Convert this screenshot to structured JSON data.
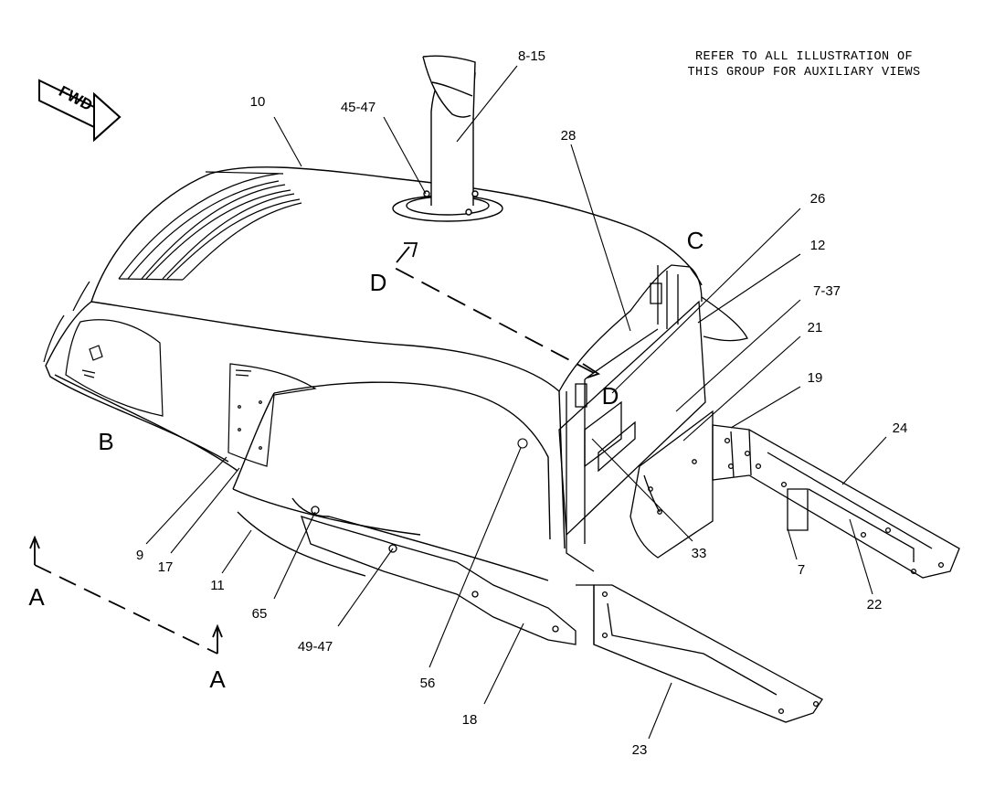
{
  "note": {
    "line1": "REFER TO ALL ILLUSTRATION OF",
    "line2": "THIS GROUP FOR AUXILIARY VIEWS"
  },
  "fwd_label": "FWD",
  "view_labels": {
    "a_left": "A",
    "a_right": "A",
    "b": "B",
    "c": "C",
    "d_upper": "D",
    "d_lower": "D"
  },
  "callouts": {
    "c_8_15": "8-15",
    "c_10": "10",
    "c_45_47": "45-47",
    "c_28": "28",
    "c_26": "26",
    "c_12": "12",
    "c_7_37": "7-37",
    "c_21": "21",
    "c_19": "19",
    "c_24": "24",
    "c_33": "33",
    "c_7": "7",
    "c_22": "22",
    "c_9": "9",
    "c_17": "17",
    "c_11": "11",
    "c_65": "65",
    "c_49_47": "49-47",
    "c_56": "56",
    "c_18": "18",
    "c_23": "23"
  }
}
